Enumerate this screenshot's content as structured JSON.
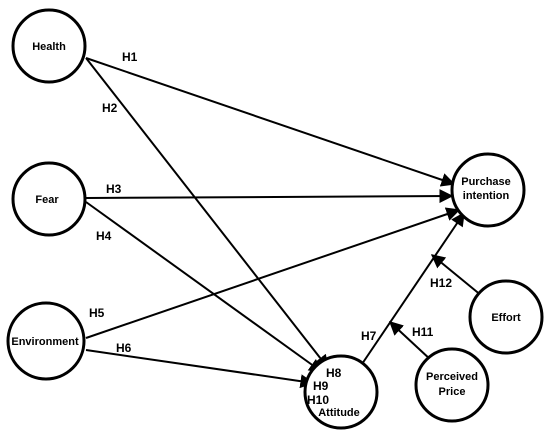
{
  "nodes": [
    {
      "id": "health",
      "lines": [
        "Health"
      ]
    },
    {
      "id": "fear",
      "lines": [
        "Fear"
      ]
    },
    {
      "id": "environment",
      "lines": [
        "Environment"
      ]
    },
    {
      "id": "purchase",
      "lines": [
        "Purchase",
        "intention"
      ]
    },
    {
      "id": "attitude",
      "lines": [
        "Attitude"
      ]
    },
    {
      "id": "effort",
      "lines": [
        "Effort"
      ]
    },
    {
      "id": "price",
      "lines": [
        "Perceived",
        "Price"
      ]
    }
  ],
  "edges": [
    {
      "id": "h1",
      "label": "H1",
      "from": "health",
      "to": "purchase"
    },
    {
      "id": "h2",
      "label": "H2",
      "from": "health",
      "to": "attitude"
    },
    {
      "id": "h3",
      "label": "H3",
      "from": "fear",
      "to": "purchase"
    },
    {
      "id": "h4",
      "label": "H4",
      "from": "fear",
      "to": "attitude"
    },
    {
      "id": "h5",
      "label": "H5",
      "from": "environment",
      "to": "purchase"
    },
    {
      "id": "h6",
      "label": "H6",
      "from": "environment",
      "to": "attitude"
    },
    {
      "id": "h7",
      "label": "H7",
      "from": "attitude",
      "to": "purchase"
    },
    {
      "id": "h11",
      "label": "H11",
      "from": "price",
      "to": "h7"
    },
    {
      "id": "h12",
      "label": "H12",
      "from": "effort",
      "to": "h7"
    }
  ],
  "attitude_hypotheses": [
    "H8",
    "H9",
    "H10"
  ]
}
